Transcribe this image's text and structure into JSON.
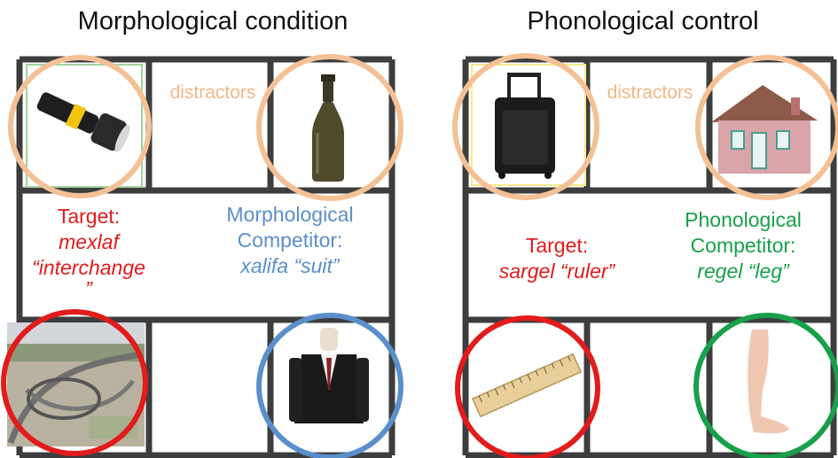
{
  "panels": {
    "left": {
      "title": "Morphological condition",
      "distractors_label": "distractors",
      "target": {
        "label": "Target:",
        "word": "mexlaf",
        "gloss_line1": "“interchange",
        "gloss_line2": "”"
      },
      "competitor": {
        "label_line1": "Morphological",
        "label_line2": "Competitor:",
        "word": "xalifa",
        "gloss": "“suit”"
      },
      "images": [
        "flashlight",
        "bottle",
        "highway-interchange",
        "suit"
      ]
    },
    "right": {
      "title": "Phonological control",
      "distractors_label": "distractors",
      "target": {
        "label": "Target:",
        "word": "sargel",
        "gloss": "“ruler”"
      },
      "competitor": {
        "label_line1": "Phonological",
        "label_line2": "Competitor:",
        "word": "regel",
        "gloss": "“leg”"
      },
      "images": [
        "suitcase",
        "house",
        "ruler",
        "leg"
      ]
    }
  },
  "colors": {
    "grid": "#3d3d3d",
    "distractor_circle": "#f4c095",
    "target_circle": "#e21b1b",
    "morph_competitor_circle": "#5b8fcb",
    "phon_competitor_circle": "#18a04a"
  }
}
